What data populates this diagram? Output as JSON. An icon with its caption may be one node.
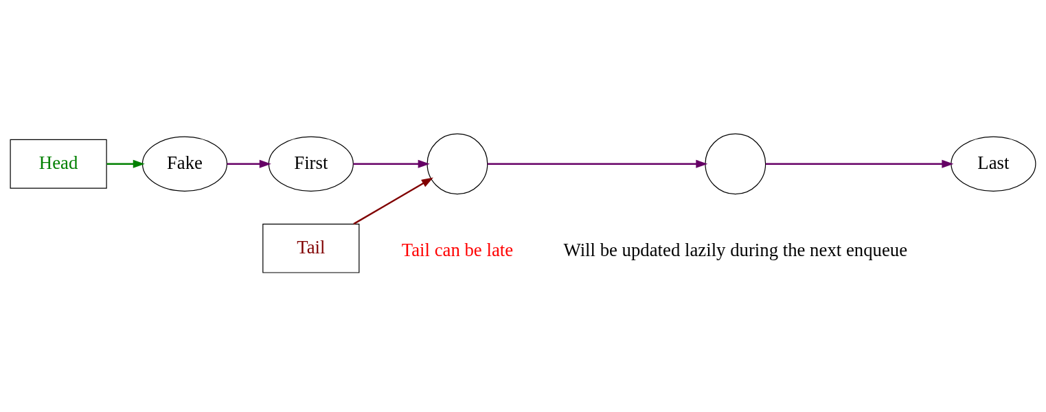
{
  "diagram": {
    "nodes": [
      {
        "text": [
          "Head"
        ]
      },
      {
        "text": [
          "Fake"
        ]
      },
      {
        "text": [
          "First"
        ]
      },
      {
        "text": [],
        "shape": "circle"
      },
      {
        "text": [],
        "shape": "circle"
      },
      {
        "text": [
          "Last"
        ]
      },
      {
        "text": [
          "Tail"
        ]
      }
    ],
    "edges": [
      {
        "from": 0,
        "to": 1,
        "arrow": "to",
        "color": "#008000"
      },
      {
        "from": 1,
        "to": 2,
        "arrow": "to"
      },
      {
        "from": 2,
        "to": 3,
        "arrow": "to"
      },
      {
        "from": 3,
        "to": 4,
        "arrow": "to"
      },
      {
        "from": 4,
        "to": 5,
        "arrow": "to"
      },
      {
        "from": 6,
        "to": 3,
        "arrow": "to",
        "color": "#800000"
      }
    ],
    "labels": [
      "Tail can be late",
      "Will be updated lazily during the next enqueue"
    ]
  }
}
